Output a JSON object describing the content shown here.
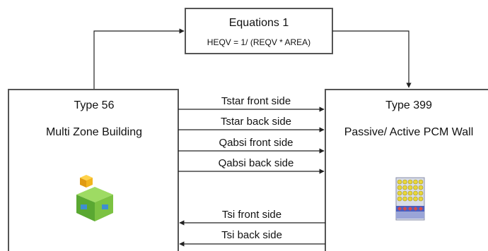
{
  "equations_box": {
    "title": "Equations 1",
    "formula": "HEQV = 1/ (REQV * AREA)"
  },
  "left_box": {
    "type_label": "Type 56",
    "name": "Multi Zone Building",
    "icon": "multi-zone-building-icon"
  },
  "right_box": {
    "type_label": "Type 399",
    "name": "Passive/ Active PCM Wall",
    "icon": "pcm-wall-icon"
  },
  "connections": {
    "to_right": [
      "Tstar front side",
      "Tstar back side",
      "Qabsi front side",
      "Qabsi back side"
    ],
    "to_left": [
      "Tsi front side",
      "Tsi back side"
    ]
  },
  "colors": {
    "line": "#222222",
    "cube_green": "#7cc242",
    "cube_blue": "#3e8fd0",
    "cube_yellow": "#f2b51e",
    "pcm_yellow": "#e8d63a",
    "pcm_blue": "#4a5fc0",
    "pcm_red": "#d64a4a"
  }
}
